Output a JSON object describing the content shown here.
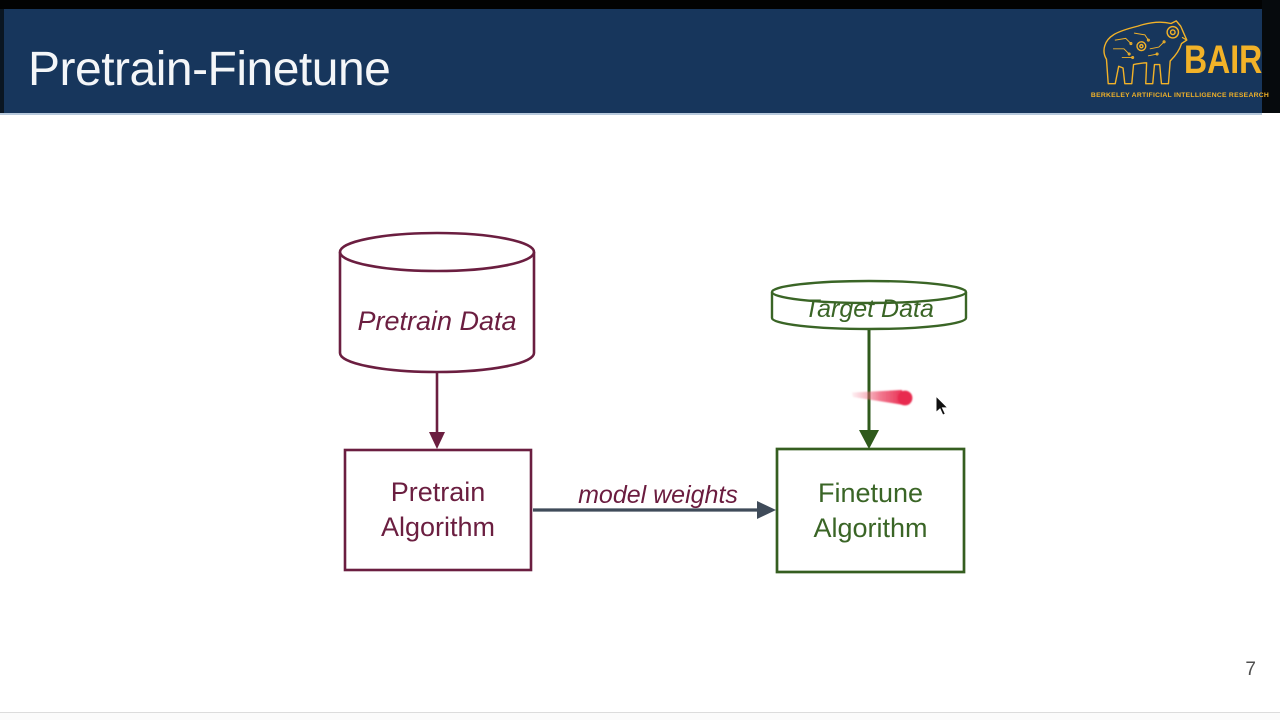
{
  "header": {
    "title": "Pretrain-Finetune",
    "logo": {
      "acronym": "BAIR",
      "tagline": "BERKELEY ARTIFICIAL INTELLIGENCE RESEARCH"
    }
  },
  "diagram": {
    "nodes": {
      "pretrain_data": {
        "label": "Pretrain Data",
        "shape": "cylinder",
        "color": "#6B1E40"
      },
      "target_data": {
        "label": "Target Data",
        "shape": "cylinder",
        "color": "#3A6526"
      },
      "pretrain_algorithm": {
        "line1": "Pretrain",
        "line2": "Algorithm",
        "shape": "rect",
        "color": "#6B1E40"
      },
      "finetune_algorithm": {
        "line1": "Finetune",
        "line2": "Algorithm",
        "shape": "rect",
        "color": "#3A6526"
      }
    },
    "edges": {
      "pretrain_data_to_algorithm": {
        "label": "",
        "color": "#6B1E40"
      },
      "target_data_to_algorithm": {
        "label": "",
        "color": "#2F5A1C"
      },
      "model_weights": {
        "label": "model weights",
        "color": "#3F4B59"
      }
    },
    "overlays": {
      "laser_pointer_color": "#E82C50",
      "mouse_cursor": "arrow"
    }
  },
  "footer": {
    "page_number": "7"
  },
  "colors": {
    "header_bg": "#17365C",
    "accent_gold": "#F2B228",
    "maroon": "#6B1E40",
    "green": "#3A6526",
    "edge_arrow": "#3F4B59",
    "laser_red": "#E82C50"
  }
}
